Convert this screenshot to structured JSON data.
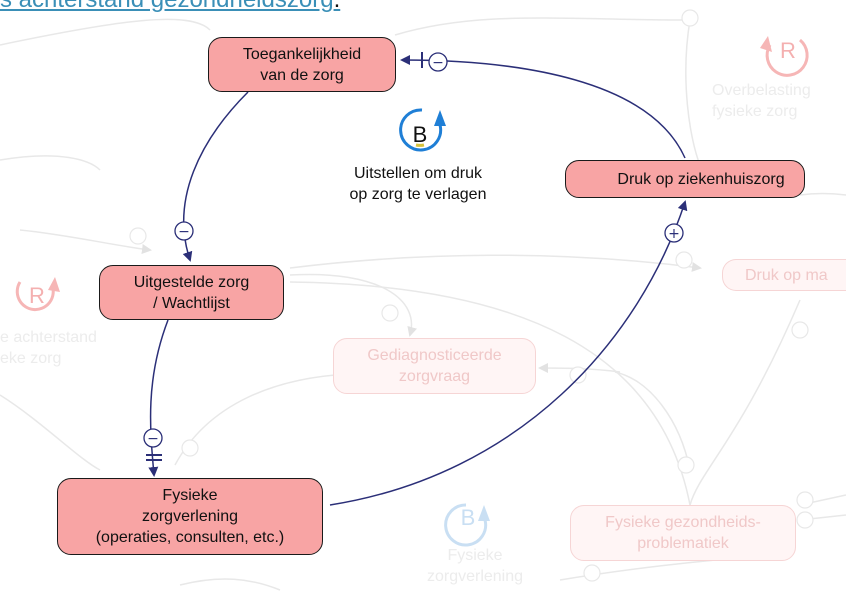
{
  "header": {
    "link_text": "s achterstand gezondheidszorg",
    "trailing": "."
  },
  "nodes": {
    "toegankelijkheid": "Toegankelijkheid\nvan de zorg",
    "uitgestelde": "Uitgestelde zorg\n/ Wachtlijst",
    "fysieke_zorgverlening": "Fysieke\nzorgverlening\n(operaties, consulten, etc.)",
    "druk_ziekenhuiszorg": "Druk op ziekenhuiszorg"
  },
  "faded_nodes": {
    "gediagnosticeerde": "Gediagnosticeerde\nzorgvraag",
    "fysieke_gezondheid": "Fysieke gezondheids-\nproblematiek",
    "druk_op_ma": "Druk op ma"
  },
  "loops": {
    "main": {
      "letter": "B",
      "label": "Uitstellen om druk\nop zorg te verlagen"
    },
    "overbelasting": {
      "letter": "R",
      "label": "Overbelasting\nfysieke zorg"
    },
    "achterstand": {
      "letter": "R",
      "label": "e achterstand\neke zorg"
    },
    "fysieke": {
      "letter": "B",
      "label": "Fysieke\nzorgverlening"
    }
  },
  "link_signs": {
    "toeg_to_uitgestelde": "−",
    "uitgestelde_to_fysieke": "−",
    "fysieke_to_druk": "+",
    "druk_to_toeg": "−"
  },
  "colors": {
    "node_fill": "#f8a4a4",
    "arrow": "#2b2f78",
    "loop_blue": "#1f7fd6",
    "faded_link": "#e6e6e6"
  }
}
